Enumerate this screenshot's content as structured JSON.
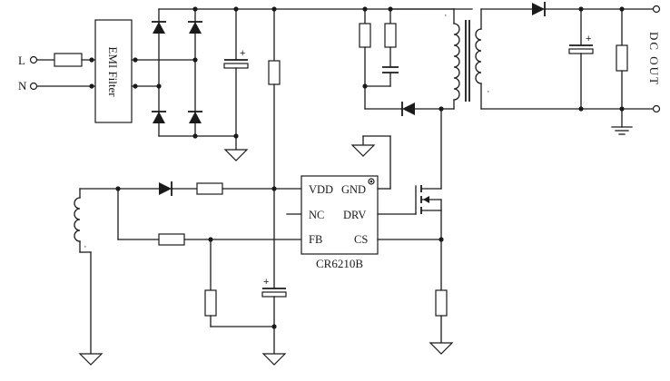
{
  "labels": {
    "line_input": "L",
    "neutral_input": "N",
    "emi_filter": "EMI Filter",
    "dc_out": "DC OUT",
    "chip_part_number": "CR6210B",
    "polarity_mark": "+"
  },
  "chip_pins": {
    "vdd": "VDD",
    "gnd": "GND",
    "nc": "NC",
    "drv": "DRV",
    "fb": "FB",
    "cs": "CS"
  }
}
